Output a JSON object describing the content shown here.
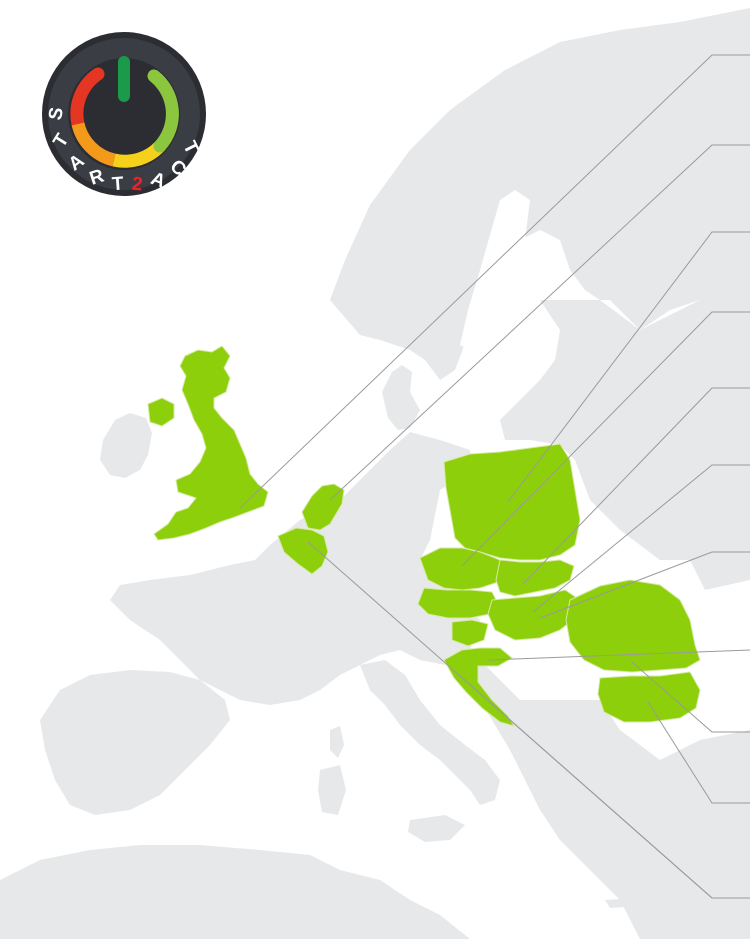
{
  "map": {
    "colors": {
      "sea": "#ffffff",
      "land": "#e6e8ea",
      "land_edge": "#d9dcdf",
      "highlight": "#8ccf0a",
      "border_line": "#d6e9a6",
      "leader_line": "#9a9a9a"
    },
    "highlighted_countries": [
      "United Kingdom",
      "Netherlands",
      "Belgium",
      "Poland",
      "Czech Republic",
      "Slovakia",
      "Austria",
      "Hungary",
      "Slovenia",
      "Croatia",
      "Romania",
      "Bulgaria"
    ]
  },
  "logo": {
    "text_left": "START",
    "text_number": "2",
    "text_right": "ACT",
    "colors": {
      "ring": "#2b2d33",
      "power_stem": "#1a9a4a",
      "arc_red": "#e53624",
      "arc_orange": "#f39a1b",
      "arc_yellow": "#f6d11c",
      "arc_green": "#8cc63f"
    }
  }
}
